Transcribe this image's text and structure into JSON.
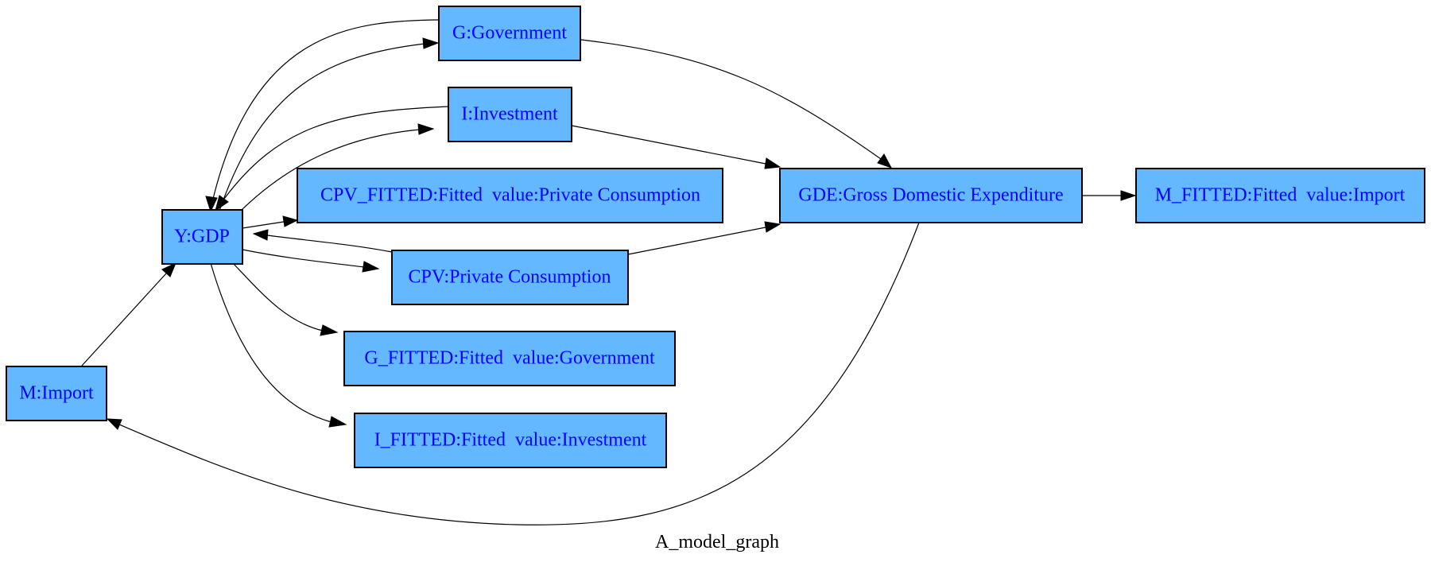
{
  "graph": {
    "title": "A_model_graph",
    "node_fill": "#63b8ff",
    "node_text_color": "#0000ff",
    "nodes": {
      "g": "G:Government",
      "i": "I:Investment",
      "cpv_fitted": "CPV_FITTED:Fitted  value:Private Consumption",
      "y": "Y:GDP",
      "cpv": "CPV:Private Consumption",
      "g_fitted": "G_FITTED:Fitted  value:Government",
      "m": "M:Import",
      "i_fitted": "I_FITTED:Fitted  value:Investment",
      "gde": "GDE:Gross Domestic Expenditure",
      "m_fitted": "M_FITTED:Fitted  value:Import"
    },
    "edges": [
      {
        "from": "G:Government",
        "to": "Y:GDP"
      },
      {
        "from": "Y:GDP",
        "to": "G:Government"
      },
      {
        "from": "I:Investment",
        "to": "Y:GDP"
      },
      {
        "from": "Y:GDP",
        "to": "I:Investment"
      },
      {
        "from": "Y:GDP",
        "to": "CPV_FITTED:Fitted  value:Private Consumption"
      },
      {
        "from": "CPV:Private Consumption",
        "to": "Y:GDP"
      },
      {
        "from": "Y:GDP",
        "to": "CPV:Private Consumption"
      },
      {
        "from": "Y:GDP",
        "to": "G_FITTED:Fitted  value:Government"
      },
      {
        "from": "Y:GDP",
        "to": "I_FITTED:Fitted  value:Investment"
      },
      {
        "from": "M:Import",
        "to": "Y:GDP"
      },
      {
        "from": "G:Government",
        "to": "GDE:Gross Domestic Expenditure"
      },
      {
        "from": "I:Investment",
        "to": "GDE:Gross Domestic Expenditure"
      },
      {
        "from": "CPV:Private Consumption",
        "to": "GDE:Gross Domestic Expenditure"
      },
      {
        "from": "GDE:Gross Domestic Expenditure",
        "to": "M_FITTED:Fitted  value:Import"
      },
      {
        "from": "GDE:Gross Domestic Expenditure",
        "to": "M:Import"
      }
    ]
  }
}
